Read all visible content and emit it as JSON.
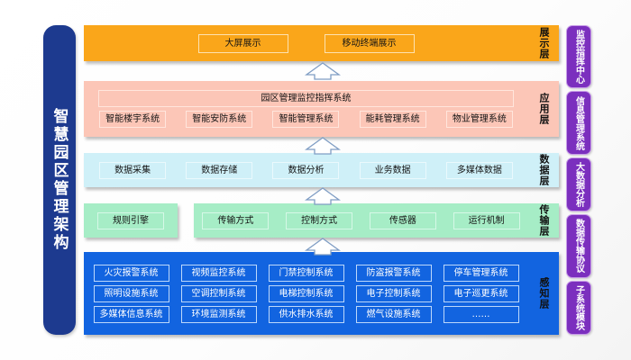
{
  "title": "智慧园区管理架构",
  "layers": [
    {
      "id": "presentation",
      "label": "展示层",
      "color": "#faa61a",
      "rows": [
        [
          "大屏展示",
          "移动终端展示"
        ]
      ]
    },
    {
      "id": "application",
      "label": "应用层",
      "color": "#fcc6b7",
      "banner": "园区管理监控指挥系统",
      "rows": [
        [
          "智能楼宇系统",
          "智能安防系统",
          "智能管理系统",
          "能耗管理系统",
          "物业管理系统"
        ]
      ]
    },
    {
      "id": "data",
      "label": "数据层",
      "color": "#cff0f8",
      "rows": [
        [
          "数据采集",
          "数据存储",
          "数据分析",
          "业务数据",
          "多媒体数据"
        ]
      ]
    },
    {
      "id": "transport",
      "label": "传输层",
      "color": "#a6edc6",
      "side_box": "规则引擎",
      "rows": [
        [
          "传输方式",
          "控制方式",
          "传感器",
          "运行机制"
        ]
      ]
    },
    {
      "id": "perception",
      "label": "感知层",
      "color": "#1264e0",
      "rows": [
        [
          "火灾报警系统",
          "视频监控系统",
          "门禁控制系统",
          "防盗报警系统",
          "停车管理系统"
        ],
        [
          "照明设施系统",
          "空调控制系统",
          "电梯控制系统",
          "电子控制系统",
          "电子巡更系统"
        ],
        [
          "多媒体信息系统",
          "环境监测系统",
          "供水排水系统",
          "燃气设施系统",
          "……"
        ]
      ]
    }
  ],
  "right_column": [
    "监控指挥中心",
    "信息管理系统",
    "大数据分析",
    "数据传输协议",
    "子系统模块"
  ],
  "colors": {
    "sidebar": "#1d3a8f",
    "right_chip": "#7b2fbe",
    "arrow_stroke": "#7f9dc4"
  }
}
